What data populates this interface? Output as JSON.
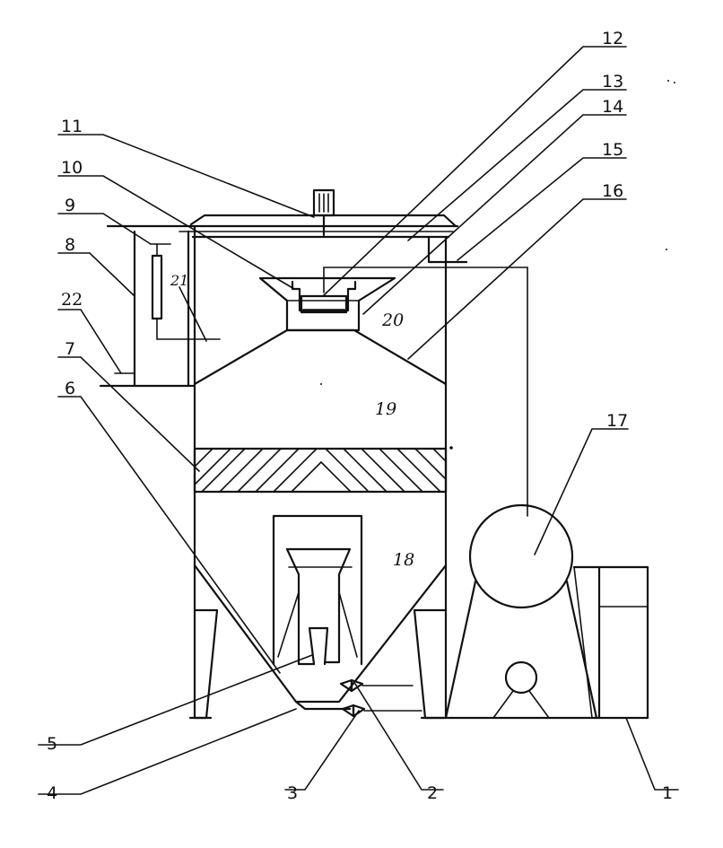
{
  "callouts": [
    {
      "id": "1",
      "text": "1"
    },
    {
      "id": "2",
      "text": "2"
    },
    {
      "id": "3",
      "text": "3"
    },
    {
      "id": "4",
      "text": "4"
    },
    {
      "id": "5",
      "text": "5"
    },
    {
      "id": "6",
      "text": "6"
    },
    {
      "id": "7",
      "text": "7"
    },
    {
      "id": "8",
      "text": "8"
    },
    {
      "id": "9",
      "text": "9"
    },
    {
      "id": "10",
      "text": "10"
    },
    {
      "id": "11",
      "text": "11"
    },
    {
      "id": "12",
      "text": "12"
    },
    {
      "id": "13",
      "text": "13"
    },
    {
      "id": "14",
      "text": "14"
    },
    {
      "id": "15",
      "text": "15"
    },
    {
      "id": "16",
      "text": "16"
    },
    {
      "id": "17",
      "text": "17"
    }
  ],
  "zones": [
    {
      "id": "18",
      "text": "18"
    },
    {
      "id": "19",
      "text": "19"
    },
    {
      "id": "20",
      "text": "20"
    },
    {
      "id": "21",
      "text": "21"
    },
    {
      "id": "22",
      "text": "22"
    }
  ]
}
